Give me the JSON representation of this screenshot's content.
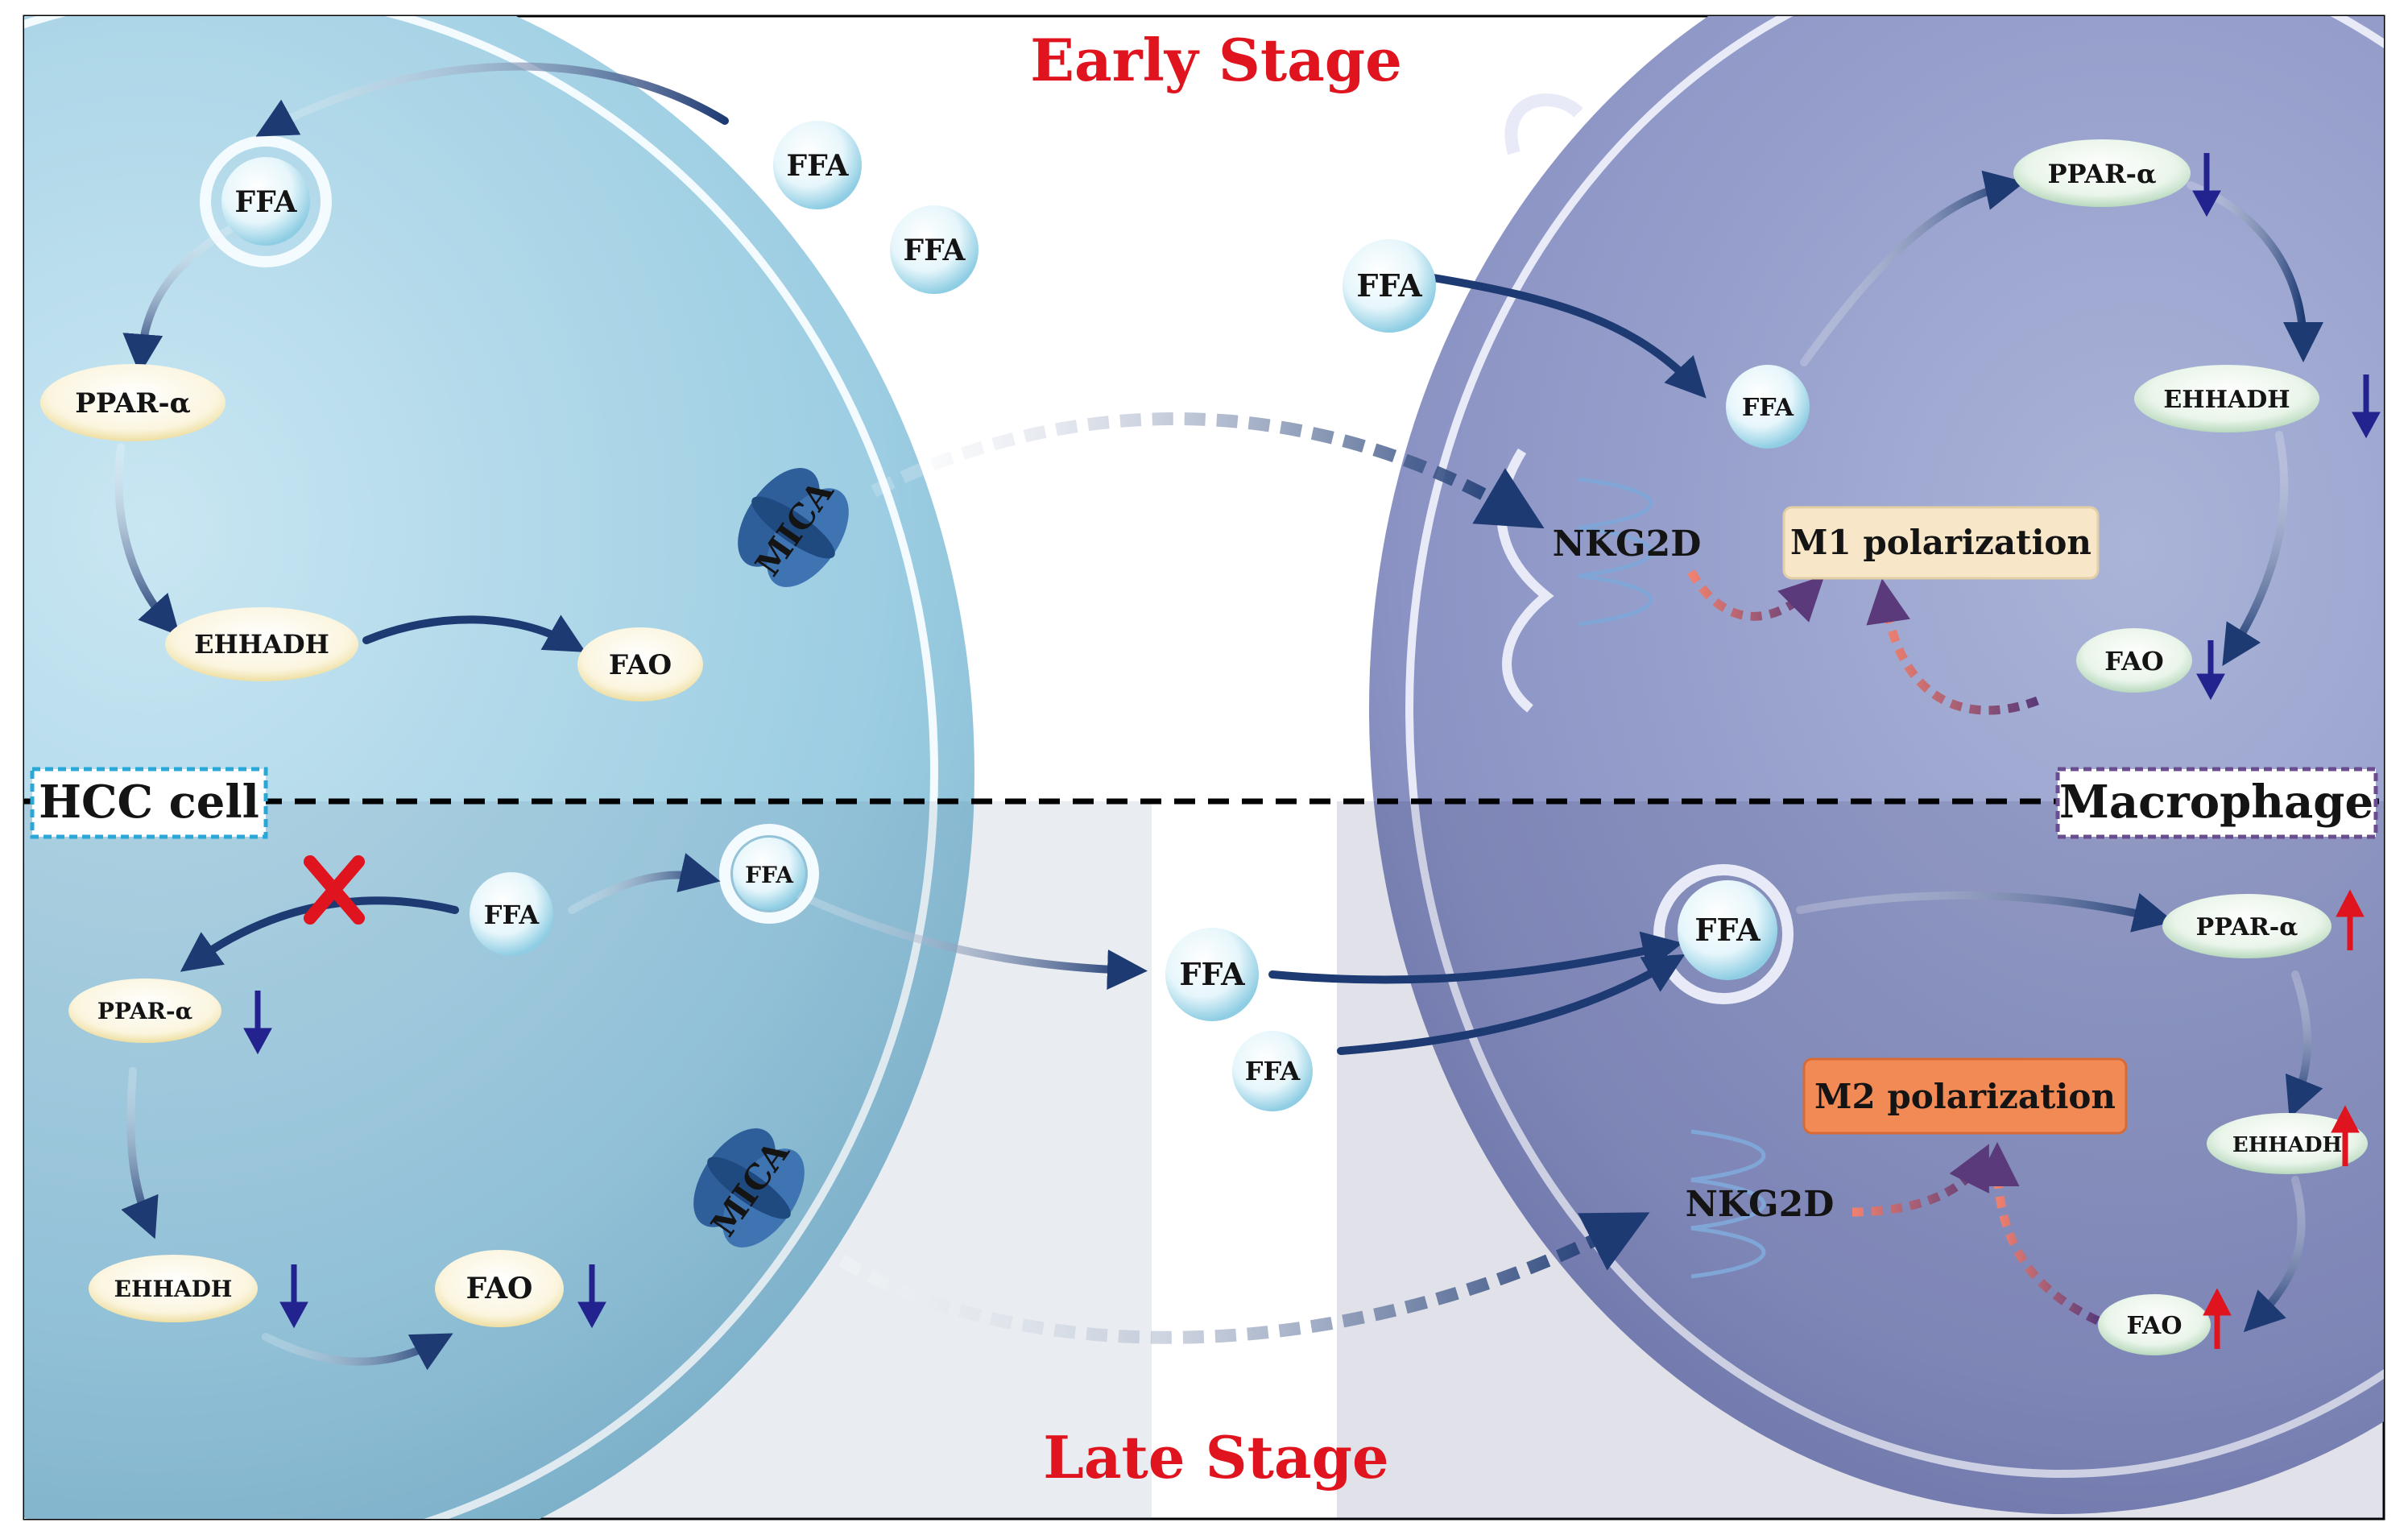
{
  "titles": {
    "early": "Early Stage",
    "late": "Late Stage"
  },
  "labels": {
    "hcc": "HCC cell",
    "macrophage": "Macrophage"
  },
  "molecules": {
    "ffa": "FFA",
    "ppar": "PPAR-α",
    "ehhadh": "EHHADH",
    "fao": "FAO",
    "mica": "MICA",
    "nkg2d": "NKG2D"
  },
  "outcomes": {
    "m1": "M1 polarization",
    "m2": "M2 polarization"
  },
  "colors": {
    "title_red": "#e0141e",
    "arrow_navy": "#1d3a73",
    "up_arrow_red": "#e0141e",
    "down_arrow_navy": "#23238f",
    "hcc_label_border": "#29a8d8",
    "macrophage_label_border": "#6b4d8f",
    "m1_box": "#f7e7c8",
    "m2_box": "#f28a55"
  },
  "icons": {
    "block": "red-x-icon",
    "increase": "red-up-arrow-icon",
    "decrease": "navy-down-arrow-icon"
  }
}
